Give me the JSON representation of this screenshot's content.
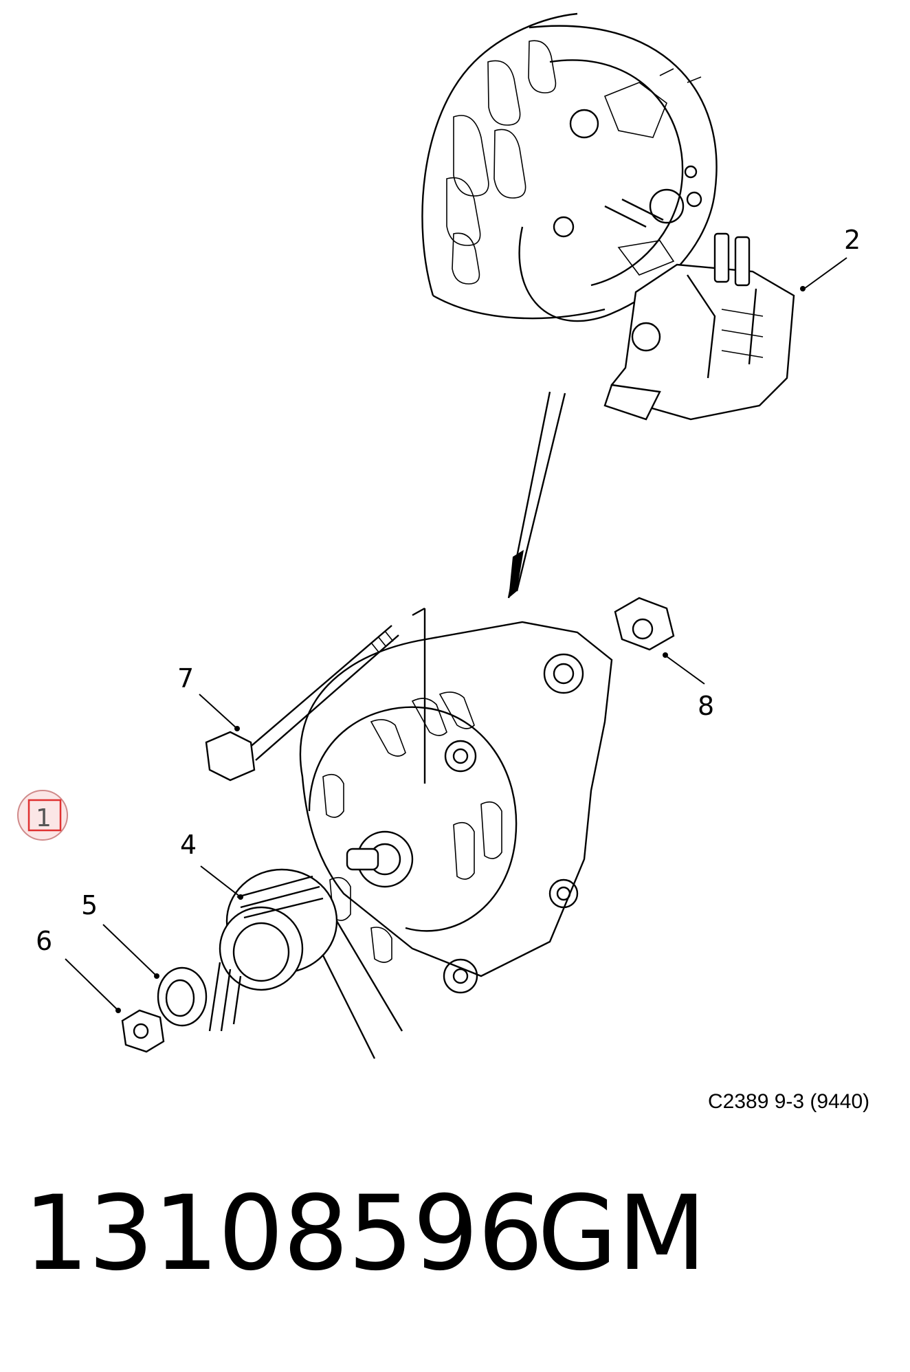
{
  "diagram": {
    "callouts": [
      {
        "id": "2",
        "label": "2"
      },
      {
        "id": "4",
        "label": "4"
      },
      {
        "id": "5",
        "label": "5"
      },
      {
        "id": "6",
        "label": "6"
      },
      {
        "id": "7",
        "label": "7"
      },
      {
        "id": "8",
        "label": "8"
      }
    ],
    "highlighted_callout": {
      "label": "1",
      "color": "#e03030"
    },
    "reference": "C2389 9-3 (9440)"
  },
  "footer": {
    "part_number": "13108596",
    "manufacturer": "GM"
  }
}
